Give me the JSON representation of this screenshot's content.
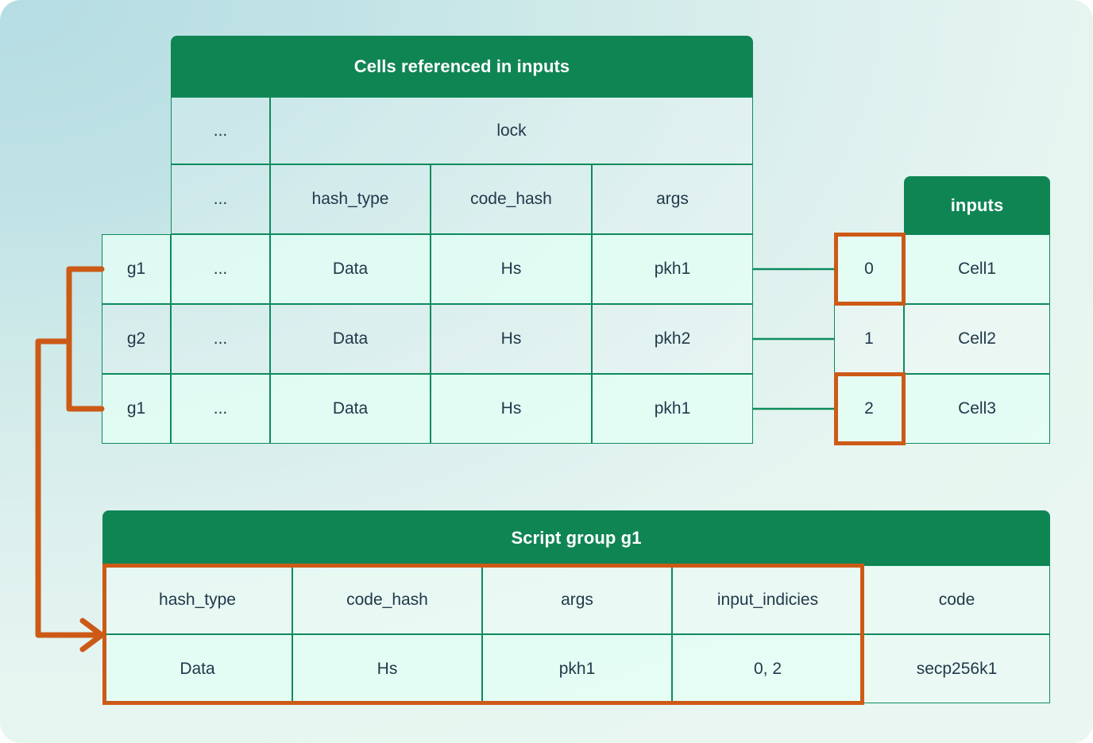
{
  "theme": {
    "header_green": "#108554",
    "border_green": "#0d8b5c",
    "highlight_orange": "#cc5a16",
    "text_navy": "#21394a",
    "bg_from": "#b5dde4",
    "bg_to": "#e9f6f1"
  },
  "cells_table": {
    "title": "Cells referenced in inputs",
    "group_column_header": "",
    "top_row": {
      "ellipsis": "...",
      "lock": "lock"
    },
    "column_headers": {
      "ellipsis": "...",
      "hash_type": "hash_type",
      "code_hash": "code_hash",
      "args": "args"
    },
    "rows": [
      {
        "group": "g1",
        "ellipsis": "...",
        "hash_type": "Data",
        "code_hash": "Hs",
        "args": "pkh1",
        "highlighted": true
      },
      {
        "group": "g2",
        "ellipsis": "...",
        "hash_type": "Data",
        "code_hash": "Hs",
        "args": "pkh2",
        "highlighted": false
      },
      {
        "group": "g1",
        "ellipsis": "...",
        "hash_type": "Data",
        "code_hash": "Hs",
        "args": "pkh1",
        "highlighted": true
      }
    ]
  },
  "inputs_table": {
    "title": "inputs",
    "rows": [
      {
        "index": "0",
        "cell": "Cell1",
        "highlighted": true
      },
      {
        "index": "1",
        "cell": "Cell2",
        "highlighted": false
      },
      {
        "index": "2",
        "cell": "Cell3",
        "highlighted": true
      }
    ]
  },
  "script_group_table": {
    "title": "Script group g1",
    "column_headers": {
      "hash_type": "hash_type",
      "code_hash": "code_hash",
      "args": "args",
      "input_indicies": "input_indicies",
      "code": "code"
    },
    "row": {
      "hash_type": "Data",
      "code_hash": "Hs",
      "args": "pkh1",
      "input_indicies": "0, 2",
      "code": "secp256k1"
    }
  },
  "connectors": {
    "group_bracket_label": "g1-rows-to-script-group",
    "arrow_label": "arrow-to-script-group"
  }
}
